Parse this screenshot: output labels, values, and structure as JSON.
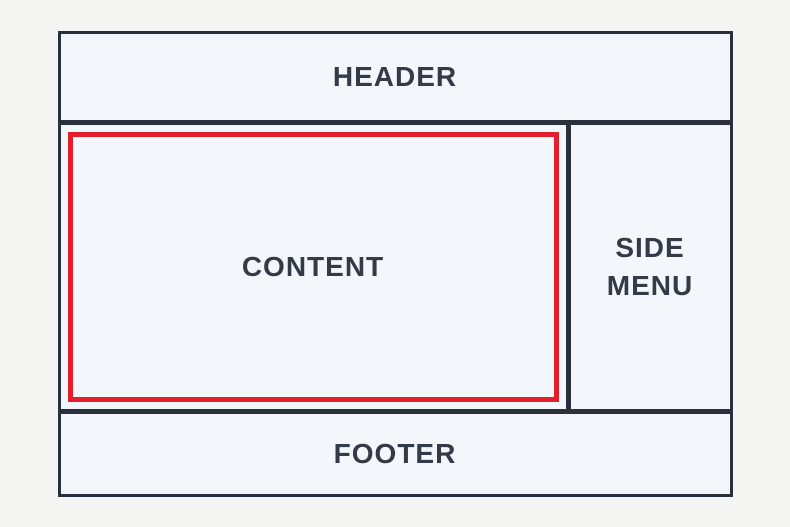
{
  "diagram": {
    "type": "webpage-layout-wireframe",
    "sections": {
      "header": {
        "label": "HEADER"
      },
      "content": {
        "label": "CONTENT",
        "highlighted": true
      },
      "side_menu": {
        "label": "SIDE MENU"
      },
      "footer": {
        "label": "FOOTER"
      }
    },
    "colors": {
      "page_background": "#f5f5f3",
      "section_fill": "#f3f6fa",
      "border": "#2b313c",
      "highlight_red": "#e41e2a",
      "text": "#343b48"
    }
  }
}
